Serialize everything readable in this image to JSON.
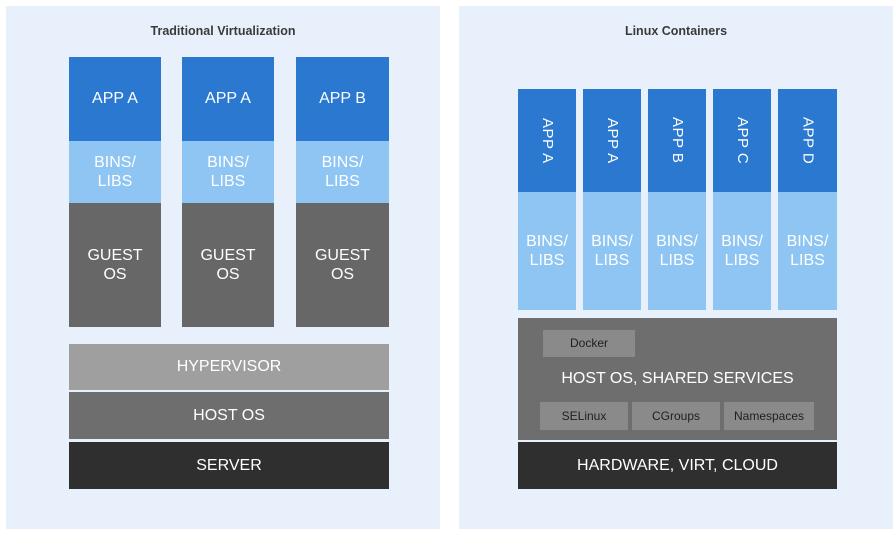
{
  "left_panel": {
    "title": "Traditional Virtualization",
    "columns": [
      {
        "app": "APP A",
        "bins": "BINS/\nLIBS",
        "guest": "GUEST\nOS"
      },
      {
        "app": "APP A",
        "bins": "BINS/\nLIBS",
        "guest": "GUEST\nOS"
      },
      {
        "app": "APP B",
        "bins": "BINS/\nLIBS",
        "guest": "GUEST\nOS"
      }
    ],
    "hypervisor": "HYPERVISOR",
    "host_os": "HOST OS",
    "server": "SERVER"
  },
  "right_panel": {
    "title": "Linux Containers",
    "columns": [
      {
        "app": "APP A",
        "bins": "BINS/\nLIBS"
      },
      {
        "app": "APP A",
        "bins": "BINS/\nLIBS"
      },
      {
        "app": "APP B",
        "bins": "BINS/\nLIBS"
      },
      {
        "app": "APP C",
        "bins": "BINS/\nLIBS"
      },
      {
        "app": "APP D",
        "bins": "BINS/\nLIBS"
      }
    ],
    "docker": "Docker",
    "host_shared": "HOST OS, SHARED SERVICES",
    "selinux": "SELinux",
    "cgroups": "CGroups",
    "namespaces": "Namespaces",
    "hardware": "HARDWARE, VIRT, CLOUD"
  },
  "colors": {
    "panel_bg": "#e8f1fb",
    "app": "#2a78cf",
    "bins": "#8ec5f2",
    "guest_os": "#676767",
    "hypervisor": "#9f9f9f",
    "host_os": "#6e6e6e",
    "server": "#2f2f2f"
  }
}
